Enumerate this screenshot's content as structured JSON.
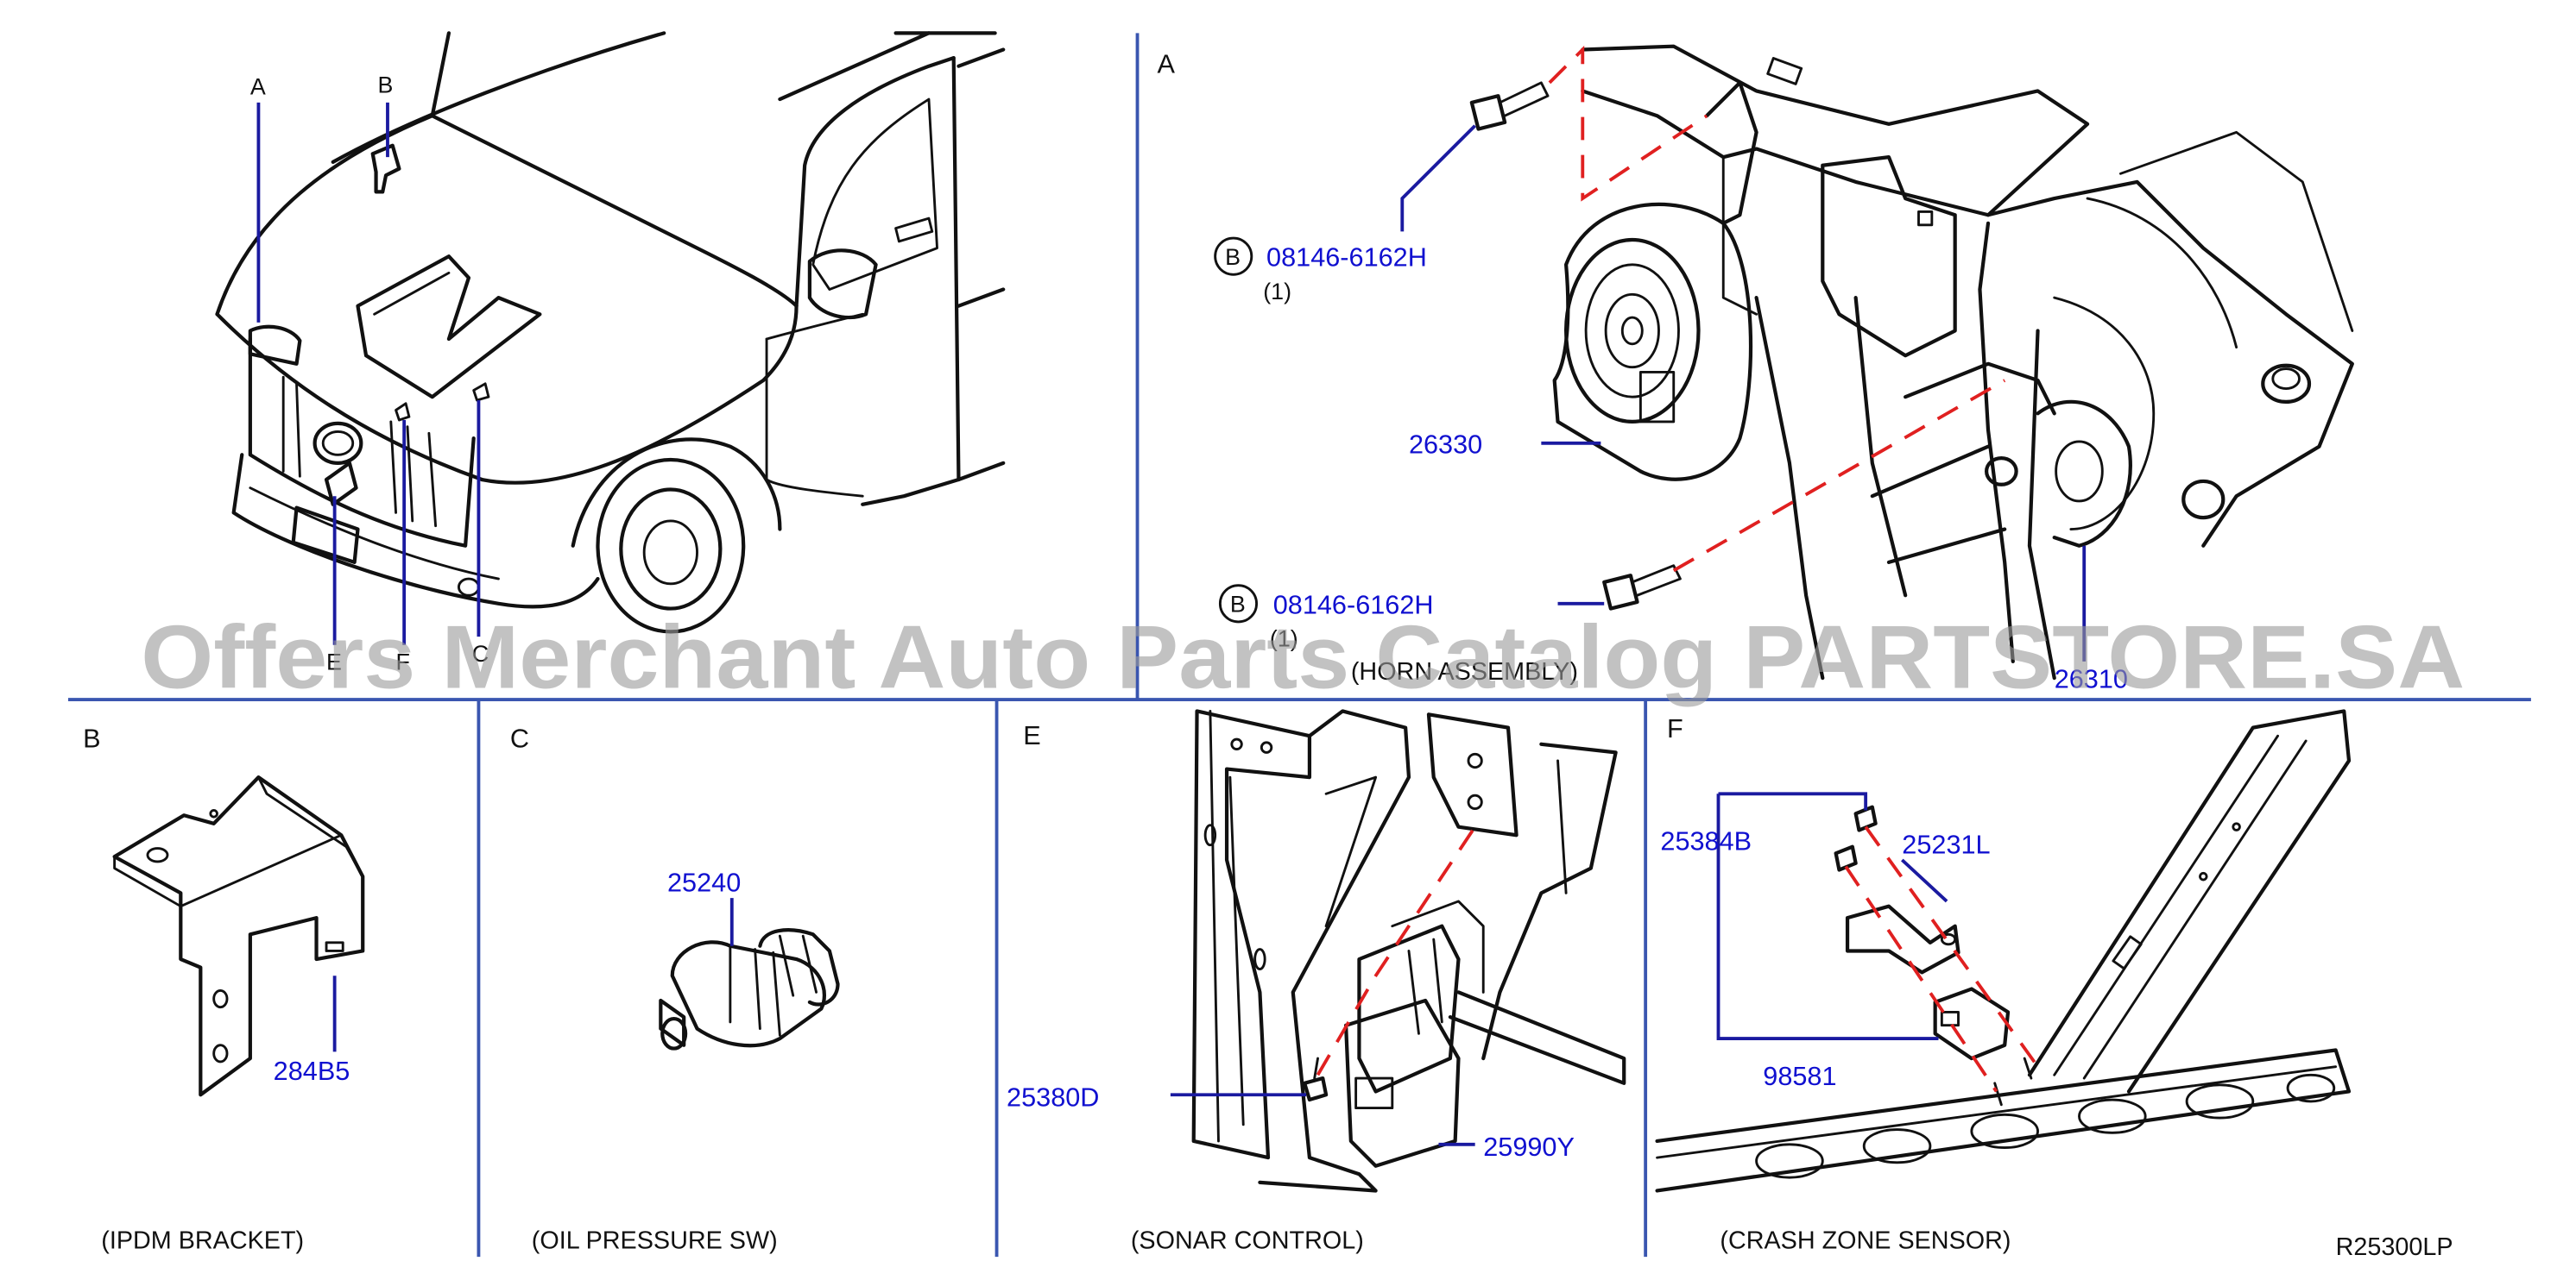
{
  "diagram_code": "R25300LP",
  "panels": {
    "overview": {
      "callouts": [
        "A",
        "B",
        "C",
        "E",
        "F"
      ]
    },
    "A": {
      "letter": "A",
      "bolt_top": {
        "circle": "B",
        "part_no": "08146-6162H",
        "qty": "(1)"
      },
      "horn": {
        "part_no": "26330"
      },
      "bolt_bottom": {
        "circle": "B",
        "part_no": "08146-6162H",
        "qty": "(1)"
      },
      "caption": "(HORN ASSEMBLY)",
      "horn2": {
        "part_no": "26310"
      }
    },
    "B": {
      "letter": "B",
      "part_no": "284B5",
      "caption": "(IPDM  BRACKET)"
    },
    "C": {
      "letter": "C",
      "part_no": "25240",
      "caption": "(OIL  PRESSURE  SW)"
    },
    "E": {
      "letter": "E",
      "screw": "25380D",
      "unit": "25990Y",
      "caption": "(SONAR  CONTROL)"
    },
    "F": {
      "letter": "F",
      "nut": "25384B",
      "bracket": "25231L",
      "sensor": "98581",
      "caption": "(CRASH  ZONE  SENSOR)"
    }
  },
  "watermark": "Offers Merchant Auto Parts Catalog PARTSTORE.SA"
}
